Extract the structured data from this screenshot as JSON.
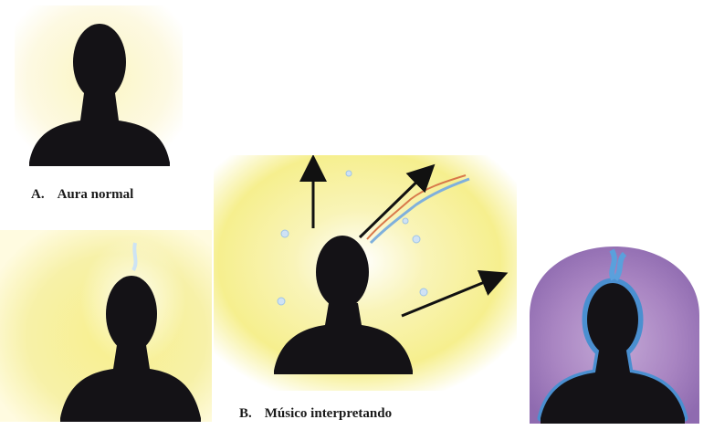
{
  "captions": {
    "a_letter": "A.",
    "a_text": "Aura normal",
    "b_letter": "B.",
    "b_text": "Músico interpretando"
  },
  "colors": {
    "silhouette": "#141216",
    "aura_yellow": "#f6f09a",
    "aura_blue": "#4a8fd0",
    "aura_purple": "#9c79b8",
    "arrow": "#111111",
    "background": "#ffffff"
  }
}
